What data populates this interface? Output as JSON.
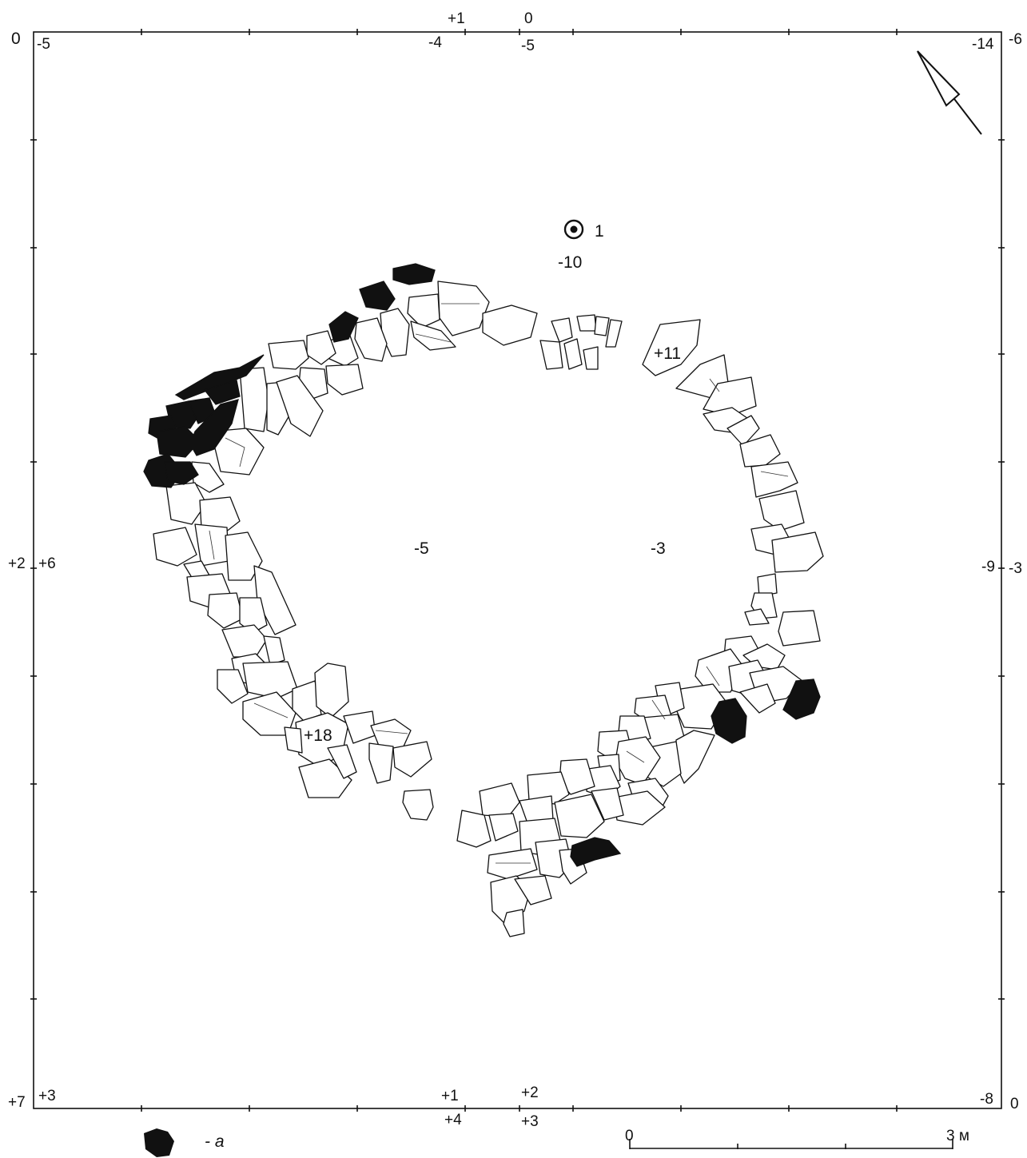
{
  "corner_marks": {
    "top_left_outer": "0",
    "top_left_inner": "-5",
    "top_right_inner": "-14",
    "top_right_outer": "-6",
    "bottom_left_outer": "+7",
    "bottom_left_inner": "+3",
    "bottom_right_inner": "-8",
    "bottom_right_outer": "0"
  },
  "top_marks": {
    "outer_left": "+1",
    "outer_right": "0",
    "inner_left": "-4",
    "inner_right": "-5"
  },
  "bottom_marks": {
    "inner_left": "+1",
    "inner_right": "+2",
    "outer_left": "+4",
    "outer_right": "+3"
  },
  "side_marks": {
    "left_outer": "+2",
    "left_inner": "+6",
    "right_inner": "-9",
    "right_outer": "-3"
  },
  "interior_marks": {
    "center_left": "-5",
    "center_right": "-3",
    "near_benchmark": "-10",
    "stone_upper_right": "+11",
    "stone_lower_left": "+18"
  },
  "benchmark": {
    "label": "1",
    "icon": "benchmark-circle-icon"
  },
  "north_arrow": {
    "icon": "north-arrow-icon"
  },
  "legend": {
    "symbol": "black-stone-icon",
    "text": "- а"
  },
  "scale_bar": {
    "start": "0",
    "end": "3 м",
    "divisions": 3
  }
}
